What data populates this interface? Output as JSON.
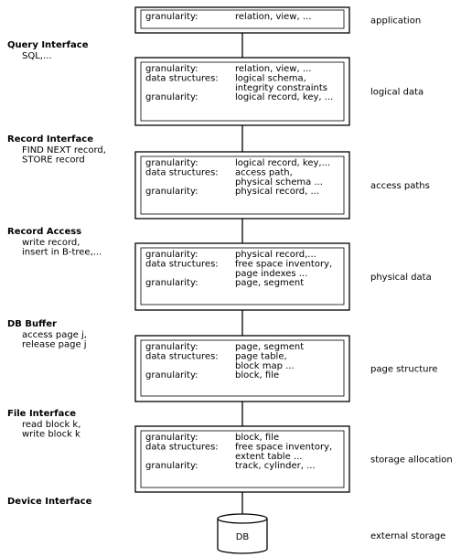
{
  "interfaces": [
    {
      "title": "Query Interface",
      "lines": [
        "SQL,..."
      ]
    },
    {
      "title": "Record Interface",
      "lines": [
        "FIND NEXT record,",
        "STORE record"
      ]
    },
    {
      "title": "Record Access",
      "lines": [
        "write record,",
        "insert in B-tree,..."
      ]
    },
    {
      "title": "DB Buffer",
      "lines": [
        "access page j,",
        "release page j"
      ]
    },
    {
      "title": "File Interface",
      "lines": [
        "read block k,",
        "write block k"
      ]
    },
    {
      "title": "Device Interface",
      "lines": []
    }
  ],
  "layers": [
    {
      "name": "application",
      "rows": [
        {
          "key": "granularity:",
          "value": [
            "relation, view, ..."
          ]
        }
      ]
    },
    {
      "name": "logical data",
      "rows": [
        {
          "key": "granularity:",
          "value": [
            "relation, view, ..."
          ]
        },
        {
          "key": "data structures:",
          "value": [
            "logical schema,",
            "integrity constraints"
          ]
        },
        {
          "key": "granularity:",
          "value": [
            "logical record, key, ..."
          ]
        }
      ]
    },
    {
      "name": "access paths",
      "rows": [
        {
          "key": "granularity:",
          "value": [
            "logical record, key,..."
          ]
        },
        {
          "key": "data structures:",
          "value": [
            "access path,",
            "physical schema ..."
          ]
        },
        {
          "key": "granularity:",
          "value": [
            "physical record, ..."
          ]
        }
      ]
    },
    {
      "name": "physical data",
      "rows": [
        {
          "key": "granularity:",
          "value": [
            "physical record,..."
          ]
        },
        {
          "key": "data structures:",
          "value": [
            "free space inventory,",
            "page indexes ..."
          ]
        },
        {
          "key": "granularity:",
          "value": [
            "page, segment"
          ]
        }
      ]
    },
    {
      "name": "page structure",
      "rows": [
        {
          "key": "granularity:",
          "value": [
            "page, segment"
          ]
        },
        {
          "key": "data structures:",
          "value": [
            "page table,",
            "block map ..."
          ]
        },
        {
          "key": "granularity:",
          "value": [
            "block, file"
          ]
        }
      ]
    },
    {
      "name": "storage allocation",
      "rows": [
        {
          "key": "granularity:",
          "value": [
            "block, file"
          ]
        },
        {
          "key": "data structures:",
          "value": [
            "free space inventory,",
            "extent table ..."
          ]
        },
        {
          "key": "granularity:",
          "value": [
            "track, cylinder, ..."
          ]
        }
      ]
    }
  ],
  "storage": {
    "label": "DB",
    "layer_name": "external storage"
  }
}
